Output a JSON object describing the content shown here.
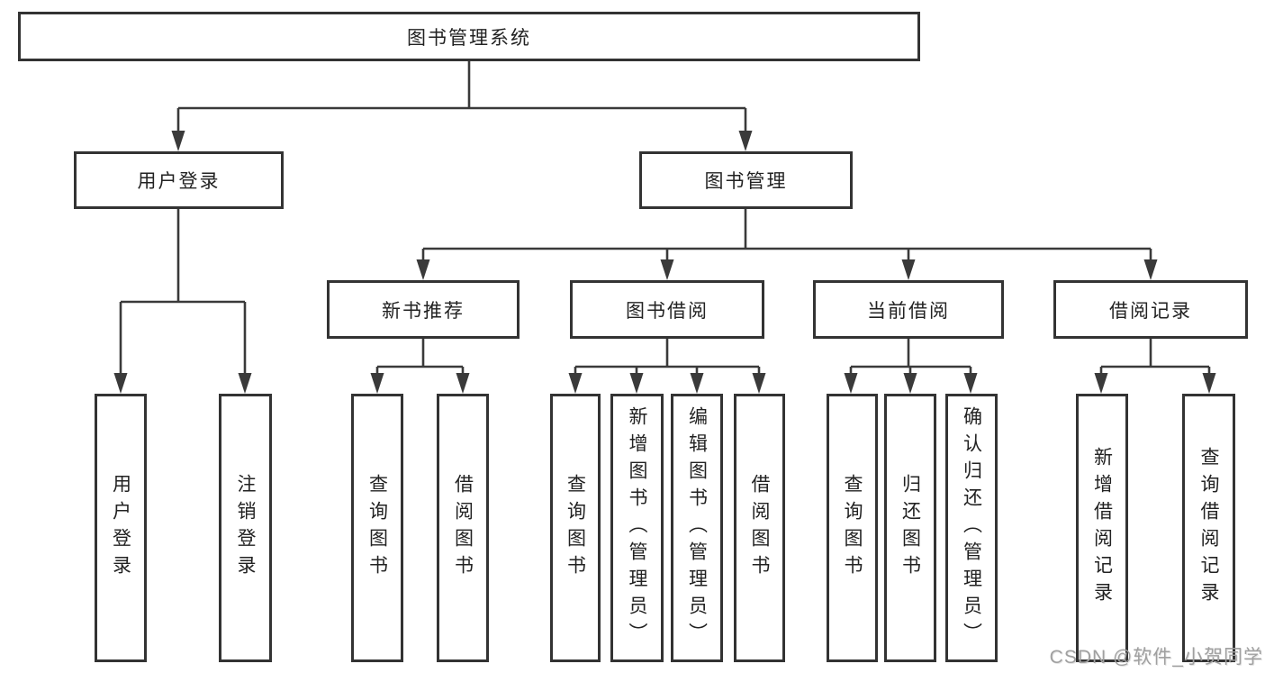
{
  "diagram": {
    "root": {
      "label": "图书管理系统"
    },
    "level2": {
      "user_login": {
        "label": "用户登录"
      },
      "book_management": {
        "label": "图书管理"
      }
    },
    "level3": {
      "new_book": {
        "label": "新书推荐"
      },
      "book_borrow": {
        "label": "图书借阅"
      },
      "current_borrow": {
        "label": "当前借阅"
      },
      "borrow_record": {
        "label": "借阅记录"
      }
    },
    "leaves": {
      "user_login": [
        "用户登录",
        "注销登录"
      ],
      "new_book": [
        "查询图书",
        "借阅图书"
      ],
      "book_borrow": [
        "查询图书",
        "新增图书（管理员）",
        "编辑图书（管理员）",
        "借阅图书"
      ],
      "current_borrow": [
        "查询图书",
        "归还图书",
        "确认归还（管理员）"
      ],
      "borrow_record": [
        "新增借阅记录",
        "查询借阅记录"
      ]
    }
  },
  "watermark": {
    "text": "CSDN @软件_小贺同学"
  },
  "colors": {
    "border": "#333333",
    "line": "#3a3a3a",
    "background": "#ffffff",
    "text": "#222222",
    "watermark": "#a0a0a0"
  }
}
